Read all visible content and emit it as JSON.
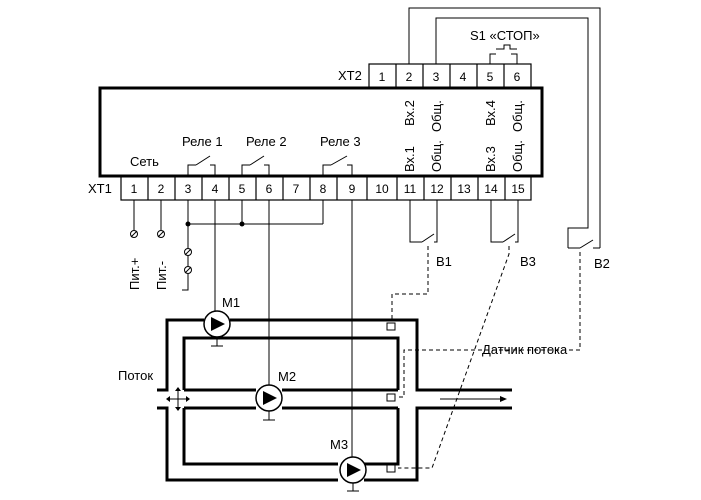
{
  "labels": {
    "xt1": "XT1",
    "xt2": "XT2",
    "s1": "S1 «СТОП»",
    "set": "Сеть",
    "rele1": "Реле 1",
    "rele2": "Реле 2",
    "rele3": "Реле 3",
    "pit_plus": "Пит.+",
    "pit_minus": "Пит.-",
    "m1": "М1",
    "m2": "М2",
    "m3": "М3",
    "b1": "В1",
    "b2": "В2",
    "b3": "В3",
    "flow": "Поток",
    "flow_sensor": "Датчик потока"
  },
  "xt1_terminals": [
    "1",
    "2",
    "3",
    "4",
    "5",
    "6",
    "7",
    "8",
    "9",
    "10",
    "11",
    "12",
    "13",
    "14",
    "15"
  ],
  "xt2_terminals": [
    "1",
    "2",
    "3",
    "4",
    "5",
    "6"
  ],
  "inputs": {
    "vx2": "Вх.2",
    "obsh_a": "Общ.",
    "vx4": "Вх.4",
    "obsh_b": "Общ.",
    "vx1": "Вх.1",
    "obsh_c": "Общ.",
    "vx3": "Вх.3",
    "obsh_d": "Общ."
  }
}
